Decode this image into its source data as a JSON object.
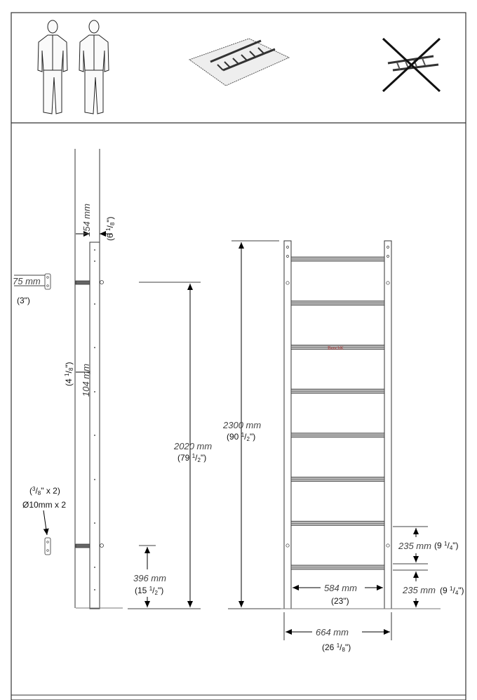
{
  "top_panel": {
    "icons": [
      "two-people-icon",
      "ladder-on-rug-icon",
      "ladder-on-floor-crossed-icon"
    ]
  },
  "side_view": {
    "width_mm": "154 mm",
    "width_in": "6",
    "width_in_frac": "1",
    "width_in_den": "8",
    "bracket_mm": "75 mm",
    "bracket_in": "(3\")",
    "rung_spacing_mm": "104 mm",
    "rung_spacing_in": "4",
    "rung_spacing_frac": "1",
    "rung_spacing_den": "8",
    "bolt_in_num": "3",
    "bolt_in_den": "8",
    "bolt_in_suffix": "\" x 2)",
    "bolt_mm": "Ø10mm x 2"
  },
  "heights": {
    "bracket_height_mm": "2020 mm",
    "bracket_height_in": "(79 ",
    "bracket_height_tail": "\")",
    "lower_mount_mm": "396 mm",
    "lower_mount_in": "(15 ",
    "lower_mount_tail": "\")",
    "half_num": "1",
    "half_den": "2",
    "total_height_mm": "2300 mm",
    "total_height_in": "(90 ",
    "total_height_tail": "\")"
  },
  "front_view": {
    "brand": "BenchK",
    "rung_count": 8,
    "inner_width_mm": "584 mm",
    "inner_width_in": "(23\")",
    "outer_width_mm": "664 mm",
    "outer_width_in": "(26 ",
    "outer_width_frac": "1",
    "outer_width_den": "8",
    "outer_width_tail": "\")",
    "rung_pitch_mm": "235 mm",
    "rung_pitch_in": "(9 ",
    "rung_pitch_frac": "1",
    "rung_pitch_den": "4",
    "rung_pitch_tail": "\")",
    "bottom_rung_mm": "235 mm",
    "bottom_rung_in": "(9 ",
    "bottom_rung_frac": "1",
    "bottom_rung_den": "4",
    "bottom_rung_tail": "\")"
  }
}
